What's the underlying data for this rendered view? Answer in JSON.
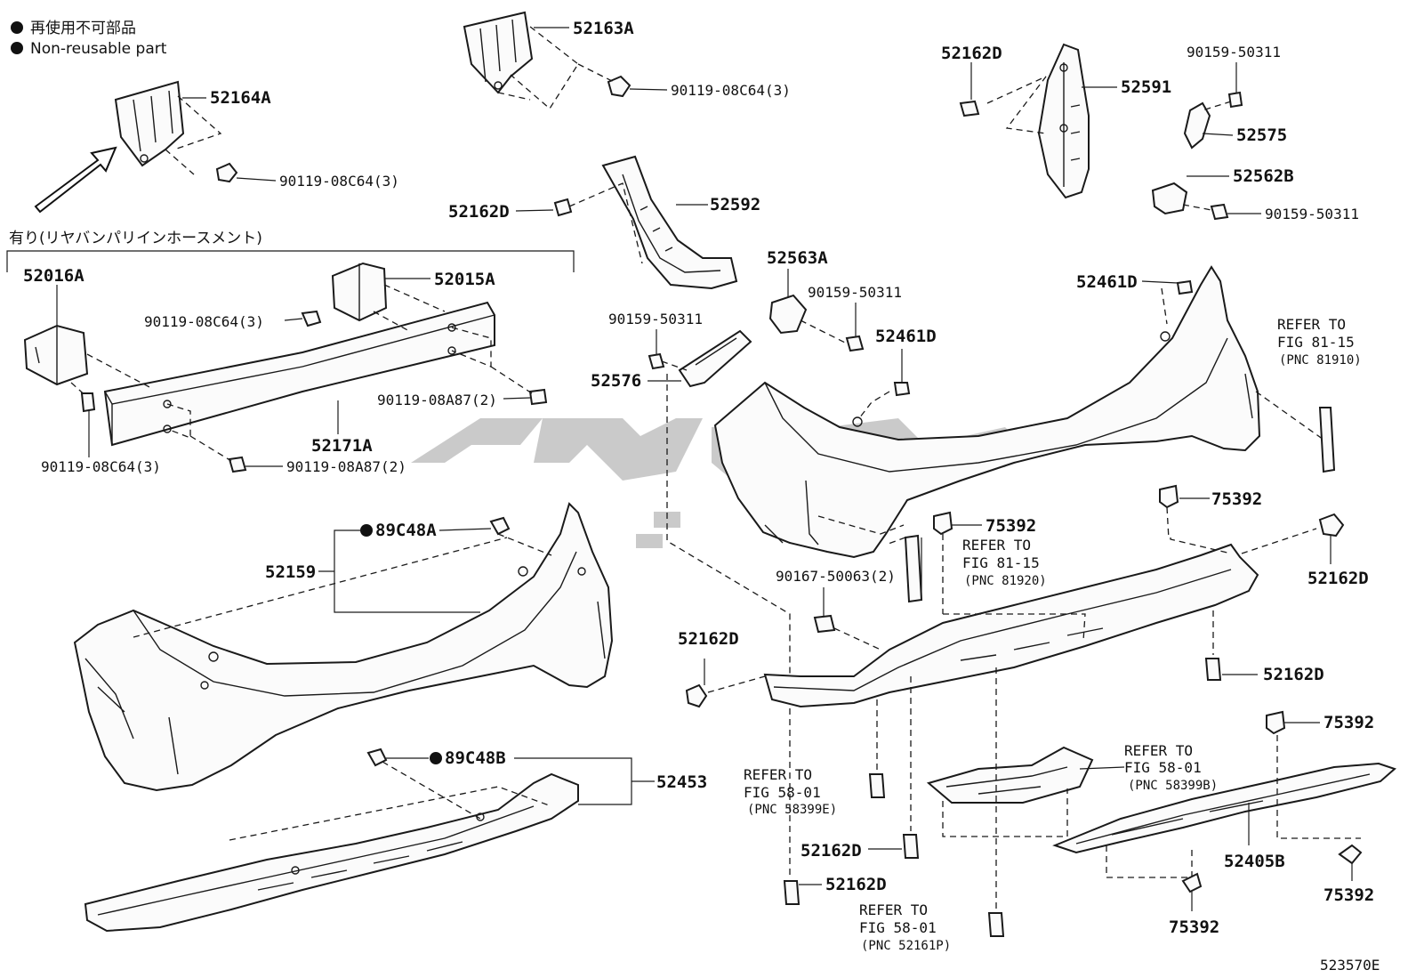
{
  "legend": {
    "jp": "再使用不可部品",
    "en": "Non-reusable part"
  },
  "group_label": "有り(リヤバンパリインホースメント)",
  "diagram_id": "523570E",
  "parts": {
    "p52163A": "52163A",
    "p90119_08C64_3_top": "90119-08C64(3)",
    "p52164A": "52164A",
    "p90119_08C64_3_left": "90119-08C64(3)",
    "p52162D_a": "52162D",
    "p52592": "52592",
    "p52162D_b": "52162D",
    "p52591": "52591",
    "p90159_50311_a": "90159-50311",
    "p52575": "52575",
    "p52562B": "52562B",
    "p90159_50311_b": "90159-50311",
    "p52016A": "52016A",
    "p52015A": "52015A",
    "p90119_08C64_3_mid": "90119-08C64(3)",
    "p90119_08A87_2_a": "90119-08A87(2)",
    "p52171A": "52171A",
    "p90119_08C64_3_low": "90119-08C64(3)",
    "p90119_08A87_2_b": "90119-08A87(2)",
    "p52563A": "52563A",
    "p90159_50311_c": "90159-50311",
    "p52461D_a": "52461D",
    "p90159_50311_d": "90159-50311",
    "p52576": "52576",
    "p52461D_b": "52461D",
    "p89C48A": "89C48A",
    "p52159": "52159",
    "p75392_a": "75392",
    "p75392_b": "75392",
    "p90167_50063_2": "90167-50063(2)",
    "p52162D_c": "52162D",
    "p52162D_d": "52162D",
    "p52162D_e": "52162D",
    "p89C48B": "89C48B",
    "p52453": "52453",
    "p75392_c": "75392",
    "p52162D_f": "52162D",
    "p52162D_g": "52162D",
    "p52405B": "52405B",
    "p75392_d": "75392",
    "p75392_e": "75392"
  },
  "refs": {
    "r81910": [
      "REFER TO",
      "FIG 81-15",
      "(PNC 81910)"
    ],
    "r81920": [
      "REFER TO",
      "FIG 81-15",
      "(PNC 81920)"
    ],
    "r58399B": [
      "REFER TO",
      "FIG 58-01",
      "(PNC 58399B)"
    ],
    "r58399E": [
      "REFER TO",
      "FIG 58-01",
      "(PNC 58399E)"
    ],
    "r52161P": [
      "REFER TO",
      "FIG 58-01",
      "(PNC 52161P)"
    ]
  }
}
